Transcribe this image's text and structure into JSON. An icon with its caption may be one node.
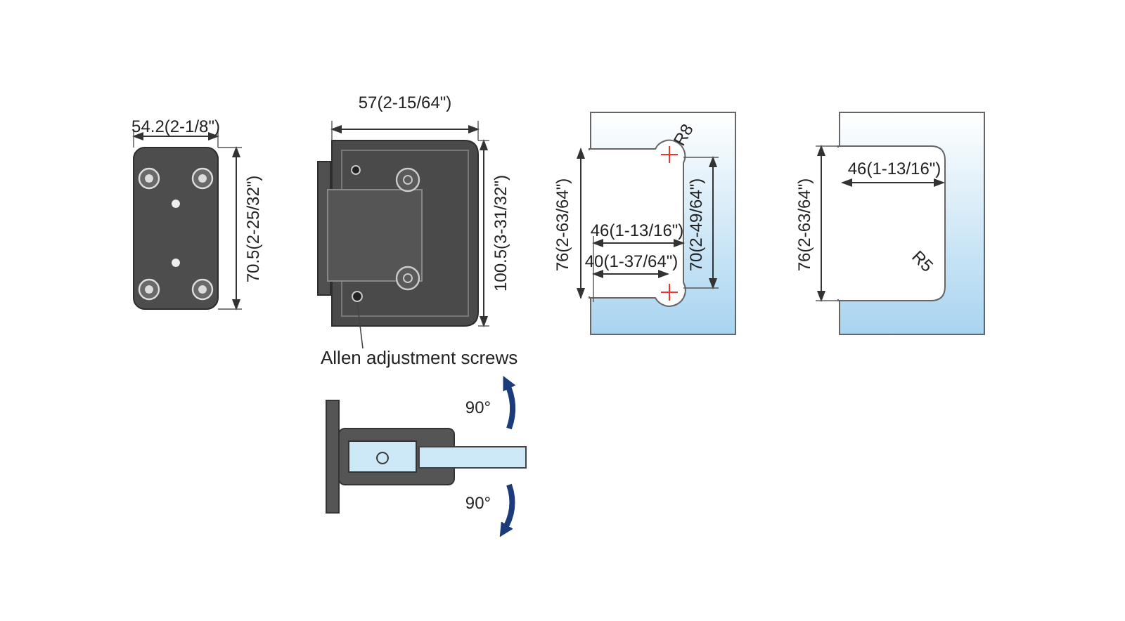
{
  "diagram": {
    "nodes": [
      {
        "text": [
          "Allen adjustment screws"
        ]
      },
      {
        "text": [],
        "shape": "circle"
      }
    ],
    "edges": [
      {
        "from": 0,
        "to": 1,
        "arrow": "none"
      }
    ],
    "labels": [
      "54.2(2-1/8\")",
      "57(2-15/64\")",
      "70.5(2-25/32\")",
      "100.5(3-31/32\")",
      "76(2-63/64\")",
      "R8",
      "46(1-13/16\")",
      "40(1-37/64\")",
      "70(2-49/64\")",
      "76(2-63/64\")",
      "46(1-13/16\")",
      "R5",
      "90°",
      "90°"
    ]
  }
}
